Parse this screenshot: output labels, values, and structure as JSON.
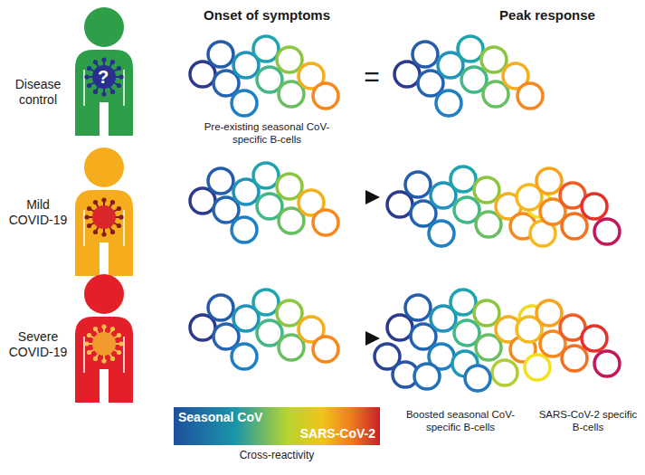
{
  "diagram": {
    "nodes": [
      {
        "text": [
          "Disease control",
          "?"
        ]
      },
      {
        "text": [
          "Mild COVID-19"
        ]
      },
      {
        "text": [
          "Severe COVID-19"
        ]
      },
      {
        "text": [
          "Seasonal CoV",
          "SARS-CoV-2",
          "Cross-reactivity"
        ]
      }
    ],
    "labels": [
      "Onset of symptoms",
      "Peak response",
      "Pre-existing seasonal CoV-specific B-cells",
      "=",
      "Boosted seasonal CoV-specific B-cells",
      "SARS-CoV-2 specific B-cells"
    ]
  }
}
